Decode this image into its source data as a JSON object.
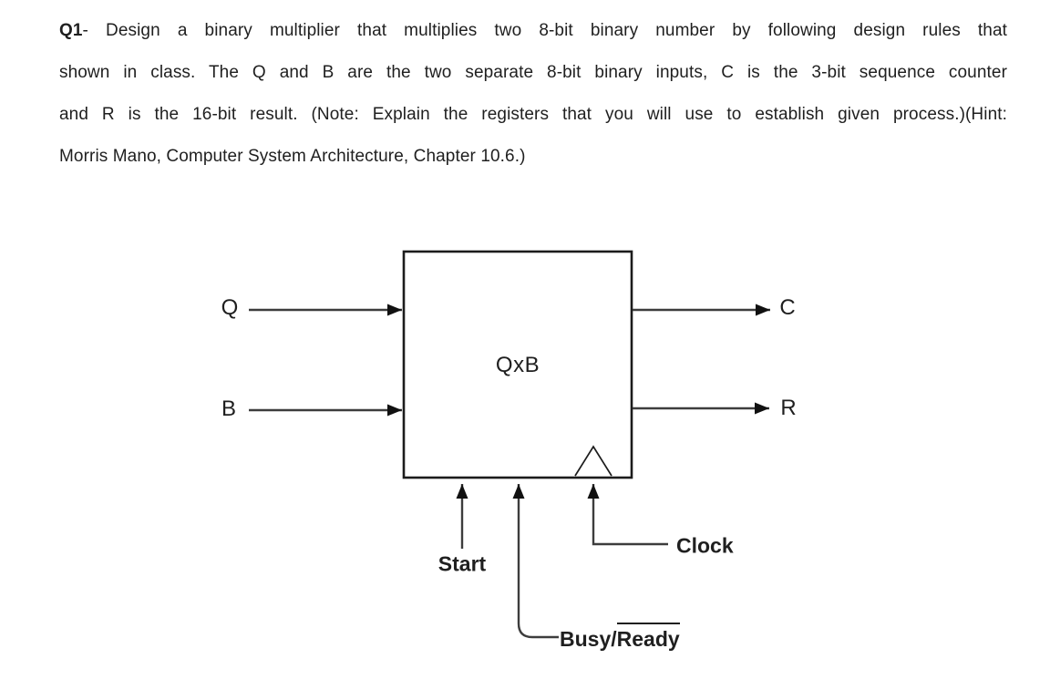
{
  "page": {
    "background_color": "#ffffff",
    "text_color": "#1f1f1f"
  },
  "question": {
    "q_label": "Q1",
    "lines": [
      "- Design a binary multiplier that multiplies two 8-bit binary number by following design rules that",
      "shown in class. The Q and B are the two separate 8-bit binary inputs, C is the 3-bit sequence counter",
      "and R is the 16-bit result. (Note: Explain the registers that you will use to establish given process.)(Hint:",
      "Morris Mano, Computer System Architecture, Chapter 10.6.)"
    ]
  },
  "diagram": {
    "box_label": "QxB",
    "inputs": {
      "q": "Q",
      "b": "B"
    },
    "outputs": {
      "c": "C",
      "r": "R"
    },
    "controls": {
      "start": "Start",
      "clock": "Clock",
      "busy_plain": "Busy/",
      "busy_overline": "Ready"
    },
    "line_color": "#3d3d3d",
    "box_border_color": "#1c1c1c",
    "arrowhead_color": "#111111",
    "label_color": "#1f1f1f"
  }
}
